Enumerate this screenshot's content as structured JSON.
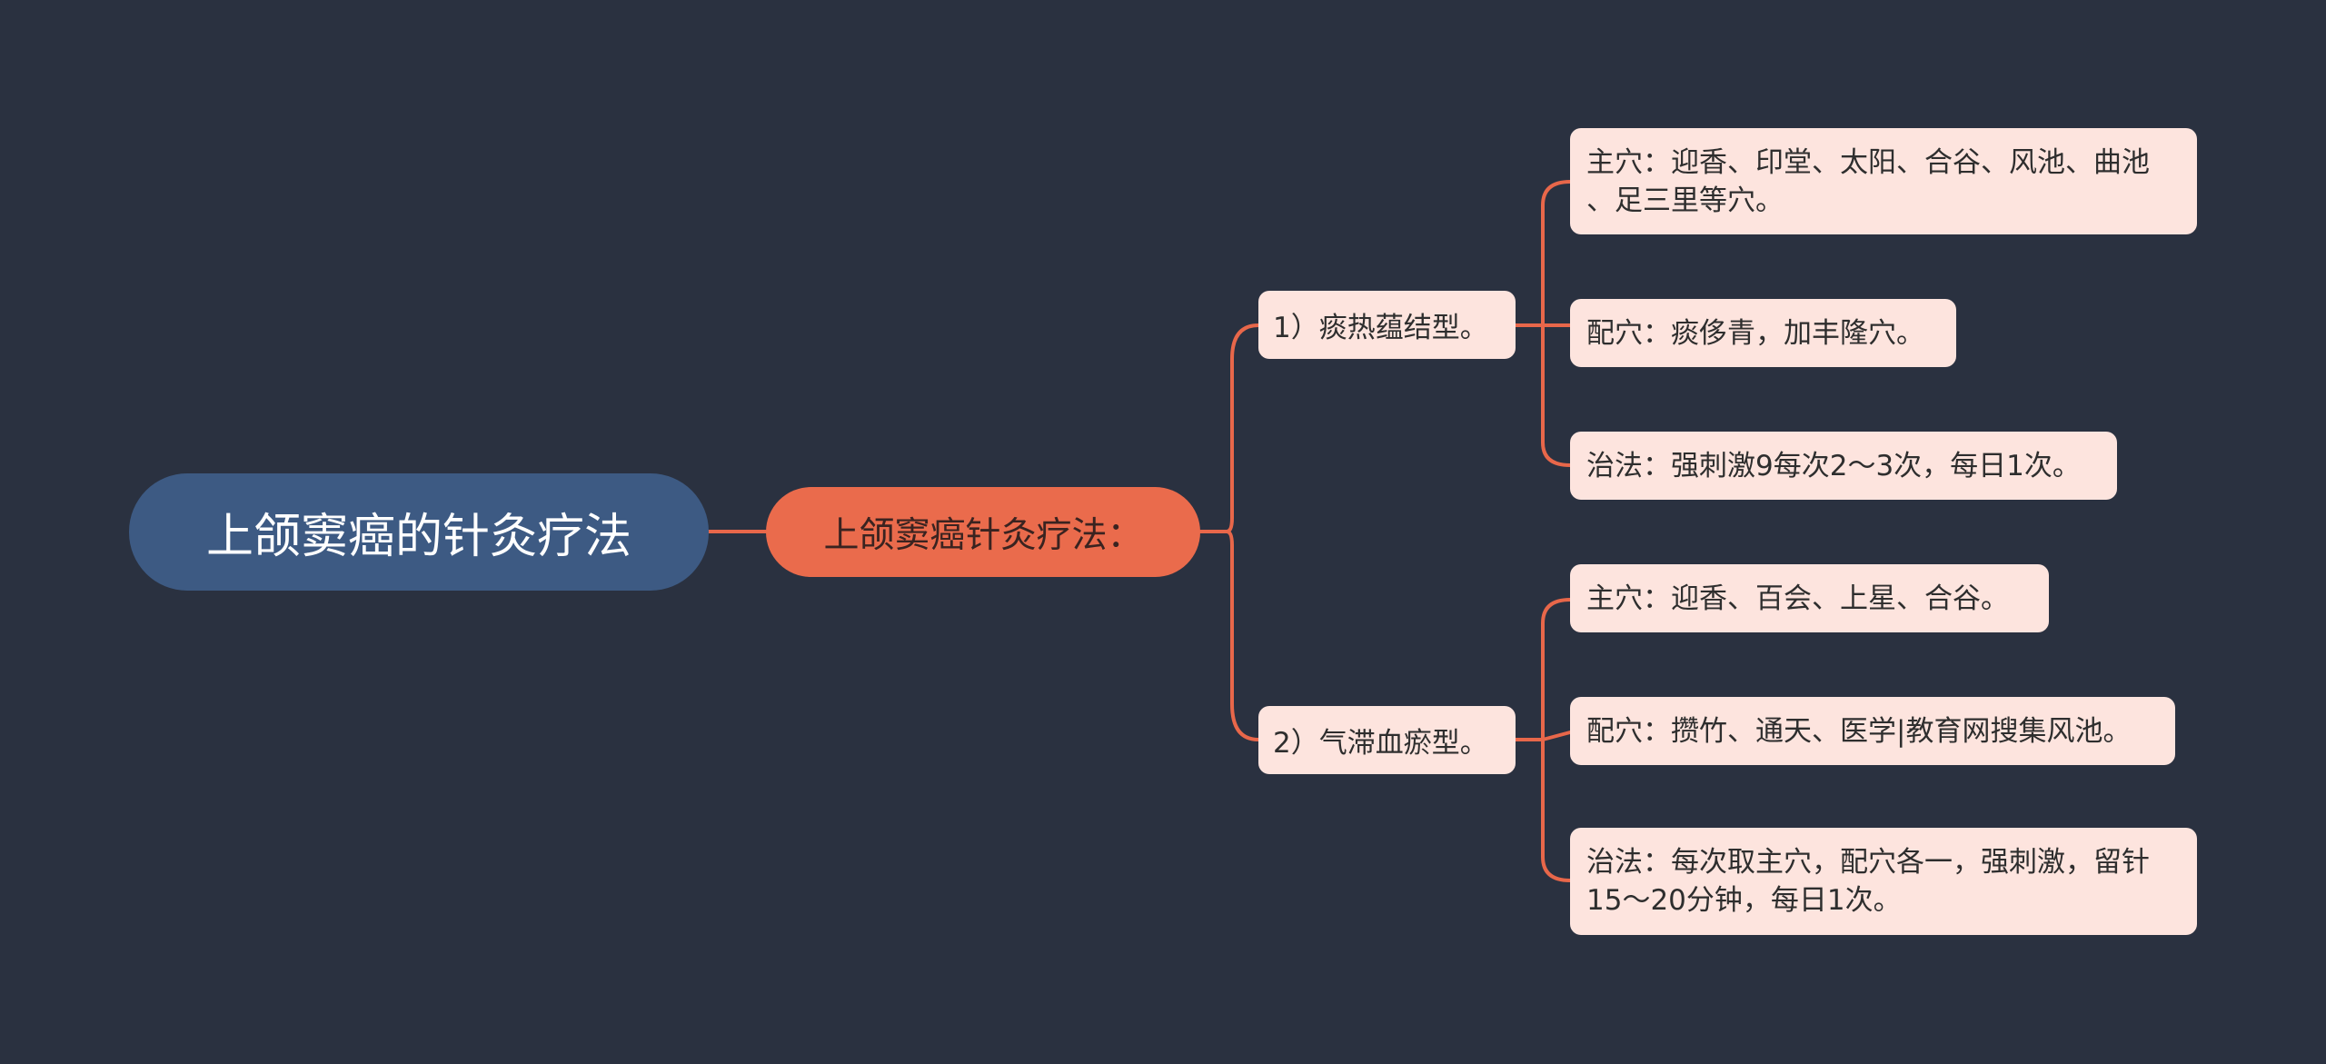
{
  "colors": {
    "background": "#2a3140",
    "root_fill": "#3d5a83",
    "main_fill": "#ea6b4c",
    "card_fill": "#fde4de",
    "connector": "#e8674a"
  },
  "mindmap": {
    "root": {
      "label": "上颌窦癌的针灸疗法"
    },
    "main": {
      "label": "上颌窦癌针灸疗法："
    },
    "branches": [
      {
        "label": "1）痰热蕴结型。",
        "leaves": [
          {
            "lines": [
              "主穴：迎香、印堂、太阳、合谷、风池、曲池",
              "、足三里等穴。"
            ]
          },
          {
            "lines": [
              "配穴：痰侈青，加丰隆穴。"
            ]
          },
          {
            "lines": [
              "治法：强刺激9每次2～3次，每日1次。"
            ]
          }
        ]
      },
      {
        "label": "2）气滞血瘀型。",
        "leaves": [
          {
            "lines": [
              "主穴：迎香、百会、上星、合谷。"
            ]
          },
          {
            "lines": [
              "配穴：攒竹、通天、医学|教育网搜集风池。"
            ]
          },
          {
            "lines": [
              "治法：每次取主穴，配穴各一，强刺激，留针",
              "15～20分钟，每日1次。"
            ]
          }
        ]
      }
    ]
  }
}
